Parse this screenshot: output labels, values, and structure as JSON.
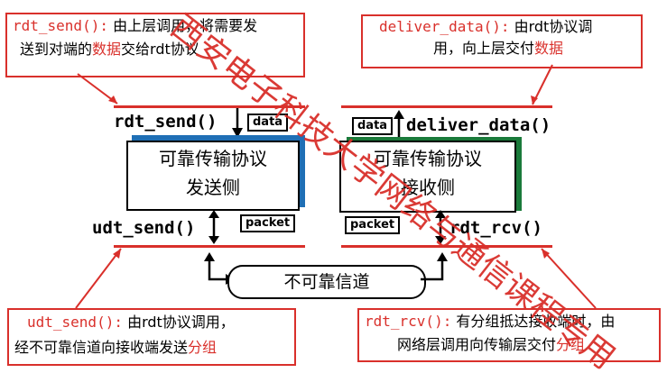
{
  "callouts": {
    "send": {
      "fn": "rdt_send():",
      "text1": "由上层调用，将需要发",
      "text2a": "送到对端的",
      "text2b": "数据",
      "text2c": "交给rdt协议"
    },
    "deliver": {
      "fn": "deliver_data():",
      "text1": "由rdt协议调",
      "text2a": "用，向上层交付",
      "text2b": "数据"
    },
    "udt": {
      "fn": "udt_send():",
      "text1": "由rdt协议调用，",
      "text2a": "经不可靠信道向接收端发送",
      "text2b": "分组"
    },
    "rcv": {
      "fn": "rdt_rcv():",
      "text1": "有分组抵达接收端时，由",
      "text2a": "网络层调用向传输层交付",
      "text2b": "分组"
    }
  },
  "sender": {
    "fn_top": "rdt_send()",
    "fn_bottom": "udt_send()",
    "tag_top": "data",
    "tag_bottom": "packet",
    "box_line1": "可靠传输协议",
    "box_line2": "发送侧"
  },
  "receiver": {
    "fn_top": "deliver_data()",
    "fn_bottom": "rdt_rcv()",
    "tag_top": "data",
    "tag_bottom": "packet",
    "box_line1": "可靠传输协议",
    "box_line2": "接收侧"
  },
  "channel": {
    "label": "不可靠信道"
  },
  "watermark": "西安电子科技大学网络与通信课程专用",
  "colors": {
    "accent": "#d9302b",
    "sender_shadow": "#1f6fb5",
    "receiver_shadow": "#1a7a3a"
  }
}
